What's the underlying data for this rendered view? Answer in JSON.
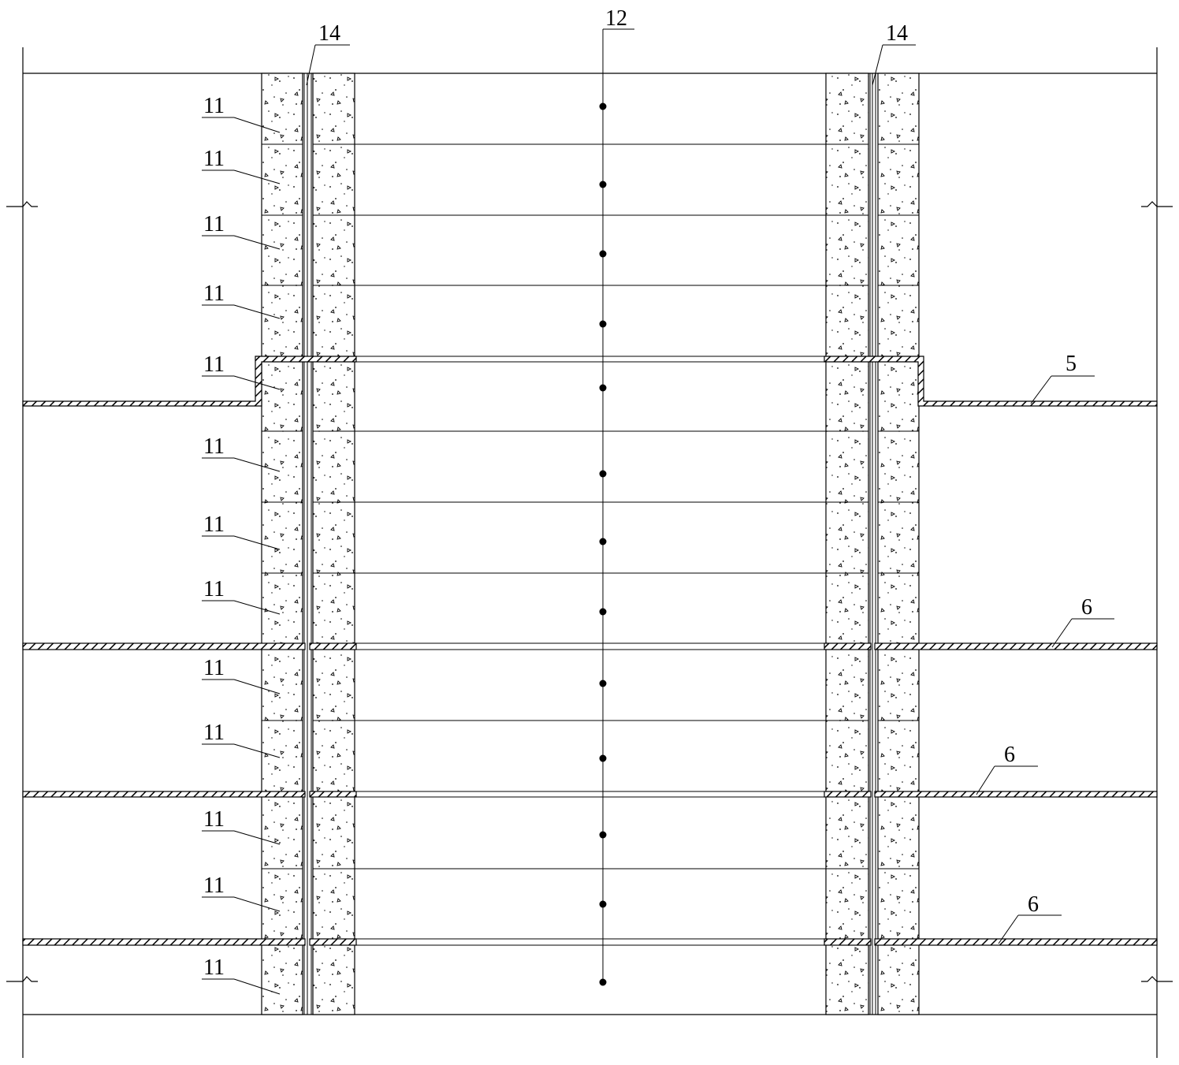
{
  "labels": {
    "wall_segment": "11",
    "center_line": "12",
    "joint": "14",
    "slab_top": "5",
    "slab": "6"
  }
}
